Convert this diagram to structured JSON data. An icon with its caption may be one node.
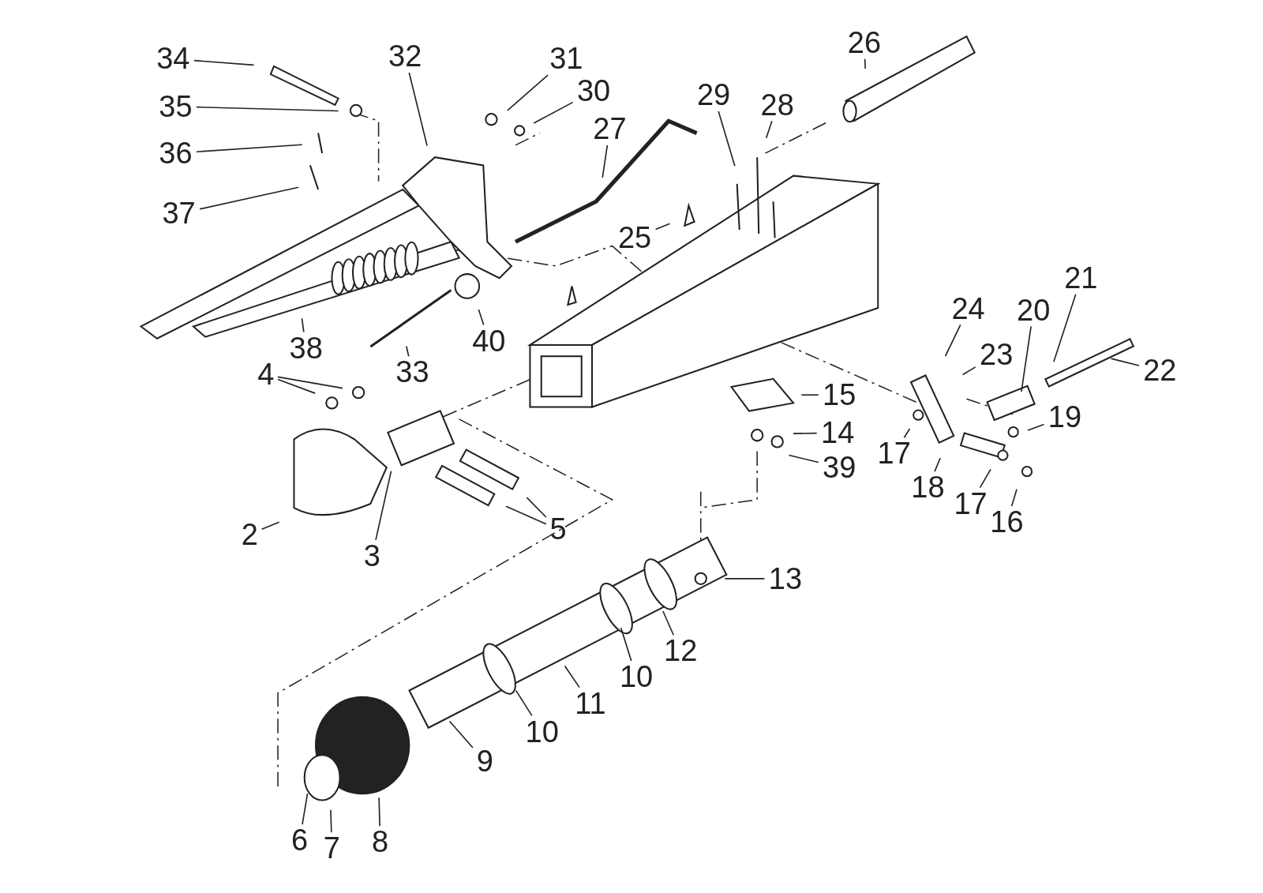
{
  "diagram": {
    "nodes": [
      {
        "text": [
          "34"
        ]
      },
      {
        "text": [
          "32"
        ]
      },
      {
        "text": [
          "31"
        ]
      },
      {
        "text": [
          "26"
        ]
      },
      {
        "text": [
          "30"
        ]
      },
      {
        "text": [
          "29"
        ]
      },
      {
        "text": [
          "28"
        ]
      },
      {
        "text": [
          "35"
        ]
      },
      {
        "text": [
          "27"
        ]
      },
      {
        "text": [
          "36"
        ]
      },
      {
        "text": [
          "37"
        ]
      },
      {
        "text": [
          "25"
        ]
      },
      {
        "text": [
          "21"
        ]
      },
      {
        "text": [
          "24"
        ]
      },
      {
        "text": [
          "20"
        ]
      },
      {
        "text": [
          "40"
        ]
      },
      {
        "text": [
          "38"
        ]
      },
      {
        "text": [
          "23"
        ]
      },
      {
        "text": [
          "22"
        ]
      },
      {
        "text": [
          "33"
        ]
      },
      {
        "text": [
          "4"
        ]
      },
      {
        "text": [
          "15"
        ]
      },
      {
        "text": [
          "19"
        ]
      },
      {
        "text": [
          "17"
        ]
      },
      {
        "text": [
          "14"
        ]
      },
      {
        "text": [
          "39"
        ]
      },
      {
        "text": [
          "18"
        ]
      },
      {
        "text": [
          "17"
        ]
      },
      {
        "text": [
          "16"
        ]
      },
      {
        "text": [
          "5"
        ]
      },
      {
        "text": [
          "3"
        ]
      },
      {
        "text": [
          "2"
        ]
      },
      {
        "text": [
          "13"
        ]
      },
      {
        "text": [
          "12"
        ]
      },
      {
        "text": [
          "10"
        ]
      },
      {
        "text": [
          "11"
        ]
      },
      {
        "text": [
          "10"
        ]
      },
      {
        "text": [
          "9"
        ]
      },
      {
        "text": [
          "6"
        ]
      },
      {
        "text": [
          "7"
        ]
      },
      {
        "text": [
          "8"
        ]
      }
    ],
    "edges": [
      {
        "from": 0,
        "to": null,
        "arrow": "none"
      },
      {
        "from": 1,
        "to": null,
        "arrow": "none"
      },
      {
        "from": 2,
        "to": null,
        "arrow": "none"
      },
      {
        "from": 3,
        "to": null,
        "arrow": "none"
      },
      {
        "from": 4,
        "to": null,
        "arrow": "none"
      },
      {
        "from": 5,
        "to": null,
        "arrow": "none"
      },
      {
        "from": 6,
        "to": null,
        "arrow": "none"
      },
      {
        "from": 7,
        "to": null,
        "arrow": "none"
      },
      {
        "from": 8,
        "to": null,
        "arrow": "none"
      },
      {
        "from": 9,
        "to": null,
        "arrow": "none"
      },
      {
        "from": 10,
        "to": null,
        "arrow": "none"
      },
      {
        "from": 11,
        "to": null,
        "arrow": "none"
      },
      {
        "from": 12,
        "to": null,
        "arrow": "none"
      },
      {
        "from": 13,
        "to": null,
        "arrow": "none"
      },
      {
        "from": 14,
        "to": null,
        "arrow": "none"
      },
      {
        "from": 15,
        "to": null,
        "arrow": "none"
      },
      {
        "from": 16,
        "to": null,
        "arrow": "none"
      },
      {
        "from": 17,
        "to": null,
        "arrow": "none"
      },
      {
        "from": 18,
        "to": null,
        "arrow": "none"
      },
      {
        "from": 19,
        "to": null,
        "arrow": "none"
      },
      {
        "from": 20,
        "to": null,
        "arrow": "none"
      },
      {
        "from": 20,
        "to": null,
        "arrow": "none"
      },
      {
        "from": 21,
        "to": null,
        "arrow": "none"
      },
      {
        "from": 22,
        "to": null,
        "arrow": "none"
      },
      {
        "from": 23,
        "to": null,
        "arrow": "none"
      },
      {
        "from": 24,
        "to": null,
        "arrow": "none"
      },
      {
        "from": 25,
        "to": null,
        "arrow": "none"
      },
      {
        "from": 26,
        "to": null,
        "arrow": "none"
      },
      {
        "from": 27,
        "to": null,
        "arrow": "none"
      },
      {
        "from": 28,
        "to": null,
        "arrow": "none"
      },
      {
        "from": 29,
        "to": null,
        "arrow": "none"
      },
      {
        "from": 29,
        "to": null,
        "arrow": "none"
      },
      {
        "from": 30,
        "to": null,
        "arrow": "none"
      },
      {
        "from": 31,
        "to": null,
        "arrow": "none"
      },
      {
        "from": 32,
        "to": null,
        "arrow": "none"
      },
      {
        "from": 33,
        "to": null,
        "arrow": "none"
      },
      {
        "from": 34,
        "to": null,
        "arrow": "none"
      },
      {
        "from": 35,
        "to": null,
        "arrow": "none"
      },
      {
        "from": 36,
        "to": null,
        "arrow": "none"
      },
      {
        "from": 37,
        "to": null,
        "arrow": "none"
      },
      {
        "from": 38,
        "to": null,
        "arrow": "none"
      },
      {
        "from": 39,
        "to": null,
        "arrow": "none"
      },
      {
        "from": 40,
        "to": null,
        "arrow": "none"
      }
    ]
  }
}
